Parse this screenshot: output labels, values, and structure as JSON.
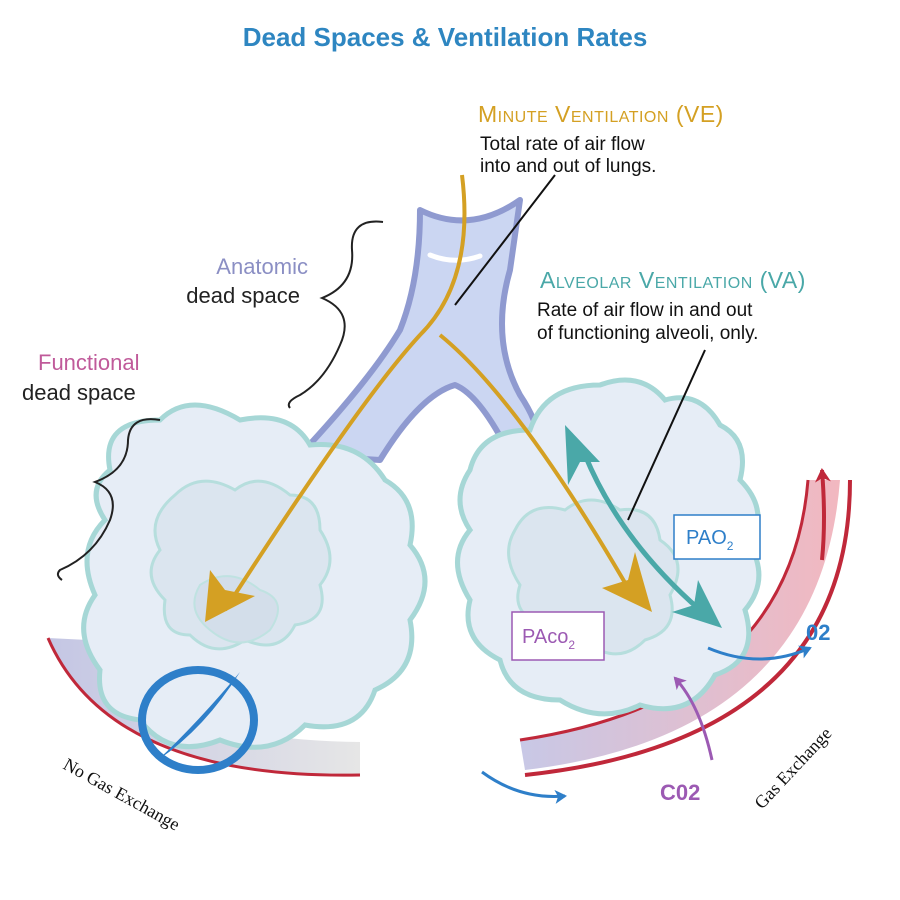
{
  "title": "Dead Spaces & Ventilation Rates",
  "minute_ventilation": {
    "heading": "Minute Ventilation (VE)",
    "line1": "Total rate of air flow",
    "line2": "into and out of lungs."
  },
  "anatomic_dead_space": {
    "word1": "Anatomic",
    "word2": "dead space"
  },
  "functional_dead_space": {
    "word1": "Functional",
    "word2": "dead space"
  },
  "alveolar_ventilation": {
    "heading": "Alveolar Ventilation (VA)",
    "line1": "Rate of air flow in and out",
    "line2": "of functioning alveoli, only."
  },
  "labels": {
    "pao2": "PAO",
    "pao2_sub": "2",
    "paco2": "PAco",
    "paco2_sub": "2",
    "o2": "02",
    "co2": "C02",
    "gas_exchange": "Gas Exchange",
    "no_gas_exchange": "No Gas Exchange"
  },
  "colors": {
    "title": "#2e86c1",
    "minute": "#d4a023",
    "alveolar": "#4aa8a8",
    "anatomic": "#8b8fc4",
    "functional": "#c05a9a",
    "red": "#c0283a",
    "blue": "#2e7fc9",
    "purple": "#9c5ab3"
  }
}
